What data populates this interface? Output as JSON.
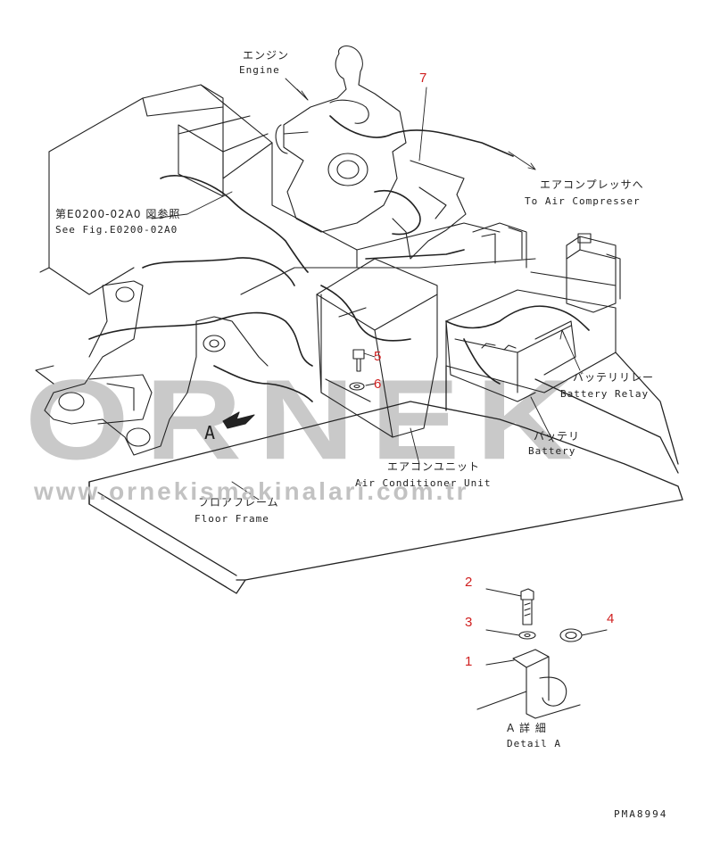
{
  "labels": {
    "engine_jp": "エンジン",
    "engine_en": "Engine",
    "see_fig_jp": "第E0200-02A0 図参照",
    "see_fig_en": "See Fig.E0200-02A0",
    "air_comp_jp": "エアコンプレッサへ",
    "air_comp_en": "To Air Compresser",
    "battery_relay_jp": "バッテリリレー",
    "battery_relay_en": "Battery Relay",
    "battery_jp": "バッテリ",
    "battery_en": "Battery",
    "aircon_jp": "エアコンユニット",
    "aircon_en": "Air Conditioner Unit",
    "floor_jp": "フロアフレーム",
    "floor_en": "Floor Frame",
    "view_a": "A",
    "detail_jp": "A 詳 細",
    "detail_en": "Detail A"
  },
  "callouts": {
    "n1": "1",
    "n2": "2",
    "n3": "3",
    "n4": "4",
    "n5": "5",
    "n6": "6",
    "n7": "7"
  },
  "code": "PMA8994",
  "watermark": {
    "brand": "ORNEK",
    "url": "www.ornekismakinalari.com.tr"
  },
  "colors": {
    "callout": "#d02020",
    "watermark": "#c9c9c9",
    "line": "#222222"
  }
}
